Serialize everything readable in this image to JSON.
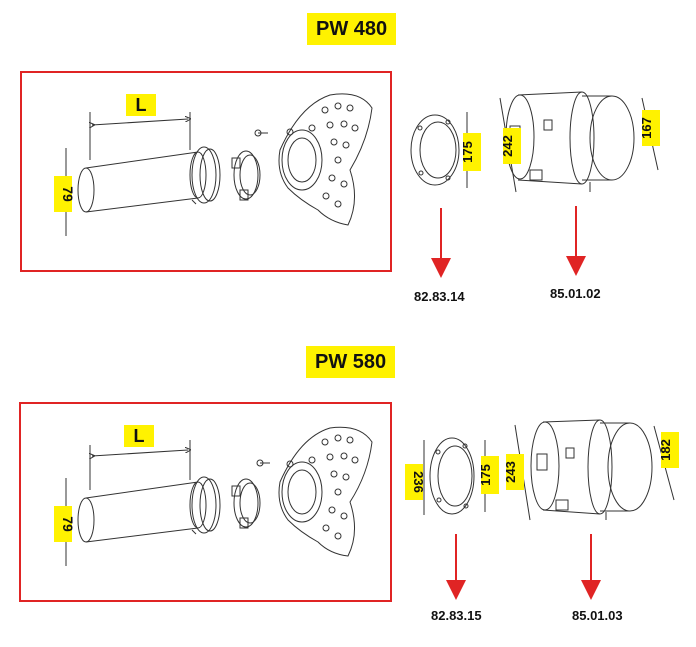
{
  "colors": {
    "highlight": "#fff200",
    "frame": "#e02424",
    "arrow": "#e02424",
    "line": "#333333"
  },
  "sections": [
    {
      "title": "PW 480",
      "dims": {
        "length": "L",
        "pipe_dia": "79",
        "ring_dia": "175",
        "adapter_outer": "242",
        "adapter_inner": "167"
      },
      "codes": {
        "ring": "82.83.14",
        "adapter": "85.01.02"
      }
    },
    {
      "title": "PW 580",
      "dims": {
        "length": "L",
        "pipe_dia": "79",
        "ring_outer": "236",
        "ring_inner": "175",
        "adapter_outer": "243",
        "adapter_inner": "182"
      },
      "codes": {
        "ring": "82.83.15",
        "adapter": "85.01.03"
      }
    }
  ]
}
